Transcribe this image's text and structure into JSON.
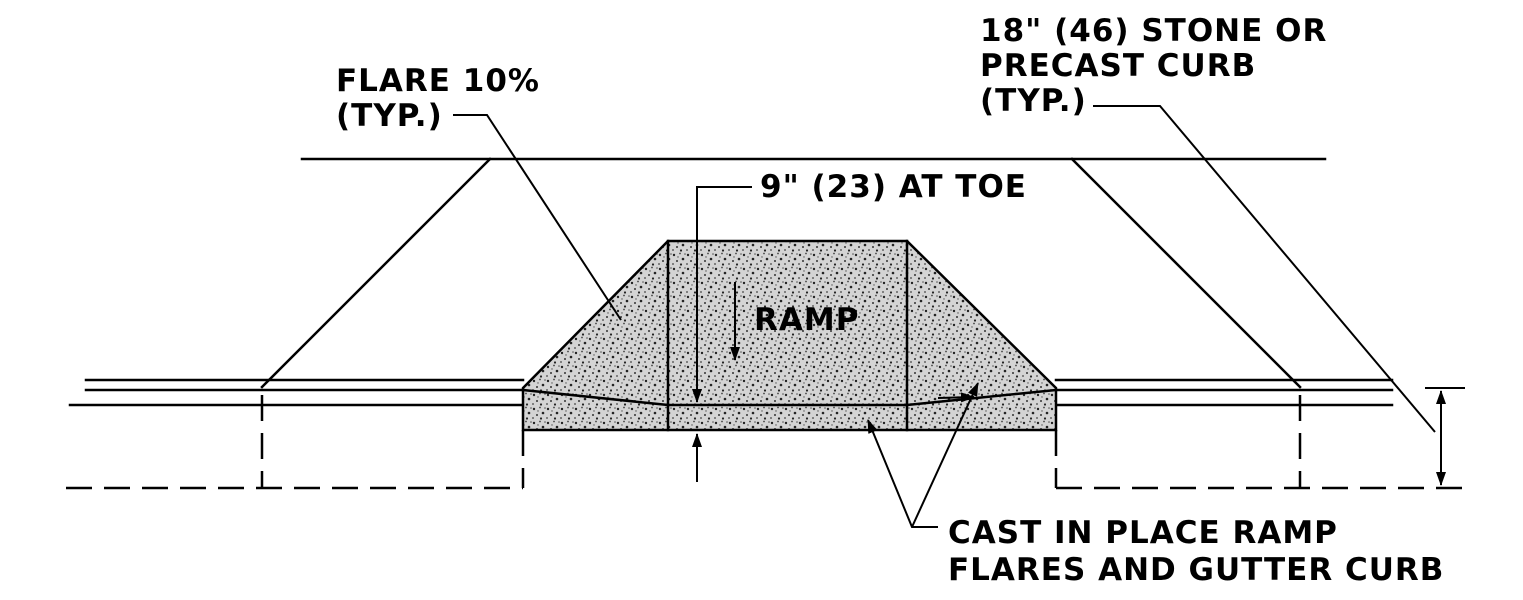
{
  "labels": {
    "flare": [
      "FLARE 10%",
      "(TYP.)"
    ],
    "toe": "9\" (23) AT TOE",
    "ramp": "RAMP",
    "curb": [
      "18\" (46) STONE OR",
      "PRECAST CURB",
      "(TYP.)"
    ],
    "cast": [
      "CAST IN PLACE RAMP",
      "FLARES AND GUTTER CURB"
    ]
  },
  "colors": {
    "line": "#000000",
    "hatch": "#c8c8c8",
    "background": "#ffffff"
  }
}
